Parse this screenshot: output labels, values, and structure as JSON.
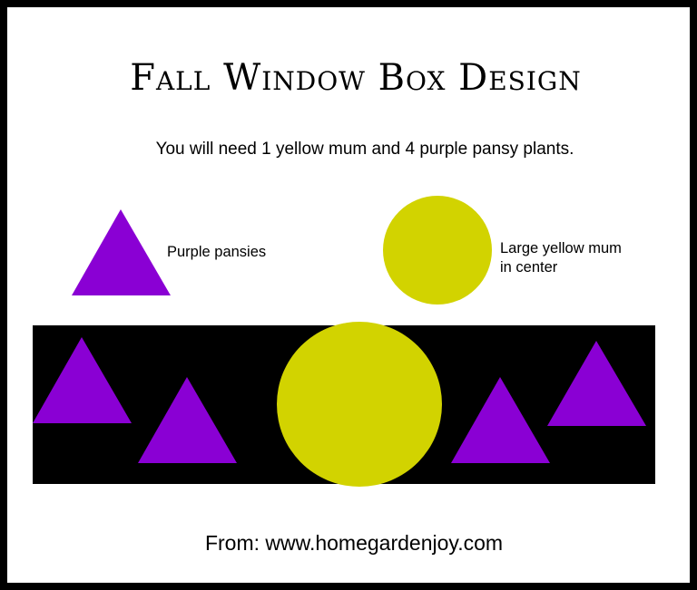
{
  "title": "Fall Window Box Design",
  "subtitle": "You will need 1 yellow mum and 4 purple pansy plants.",
  "legend": {
    "pansy": {
      "label": "Purple pansies",
      "color": "#8a00d4",
      "icon": "triangle"
    },
    "mum": {
      "label_line1": "Large yellow mum",
      "label_line2": "in center",
      "color": "#d2d300",
      "icon": "circle"
    }
  },
  "window_box": {
    "color": "#000000",
    "plants": [
      "pansy",
      "pansy",
      "mum",
      "pansy",
      "pansy"
    ]
  },
  "footer": "From: www.homegardenjoy.com"
}
